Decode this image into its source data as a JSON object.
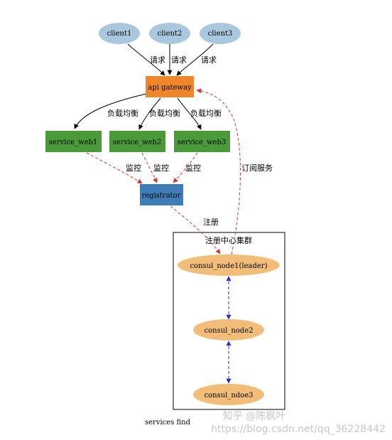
{
  "nodes": {
    "client1": "client1",
    "client2": "client2",
    "client3": "client3",
    "api_gateway": "api gateway",
    "service_web1": "service_web1",
    "service_web2": "service_web2",
    "service_web3": "service_web3",
    "registrator": "registrator",
    "consul_node1": "consul_node1(leader)",
    "consul_node2": "consul_node2",
    "consul_node3": "consul_ndoe3"
  },
  "edge_labels": {
    "request": "请求",
    "load_balance": "负载均衡",
    "monitor": "监控",
    "subscribe": "订阅服务",
    "register": "注册"
  },
  "cluster_label": "注册中心集群",
  "caption": "services find",
  "watermark": {
    "line1": "知乎 @陈枫叶",
    "line2": "https://blog.csdn.net/qq_36228442"
  },
  "colors": {
    "client": "#a9c8de",
    "gateway": "#f0862a",
    "service": "#4a9a3a",
    "registrator": "#3e7eb8",
    "consul": "#f2bd78",
    "edge_solid": "#000000",
    "edge_red": "#d9332a",
    "edge_blue": "#2233cc"
  }
}
